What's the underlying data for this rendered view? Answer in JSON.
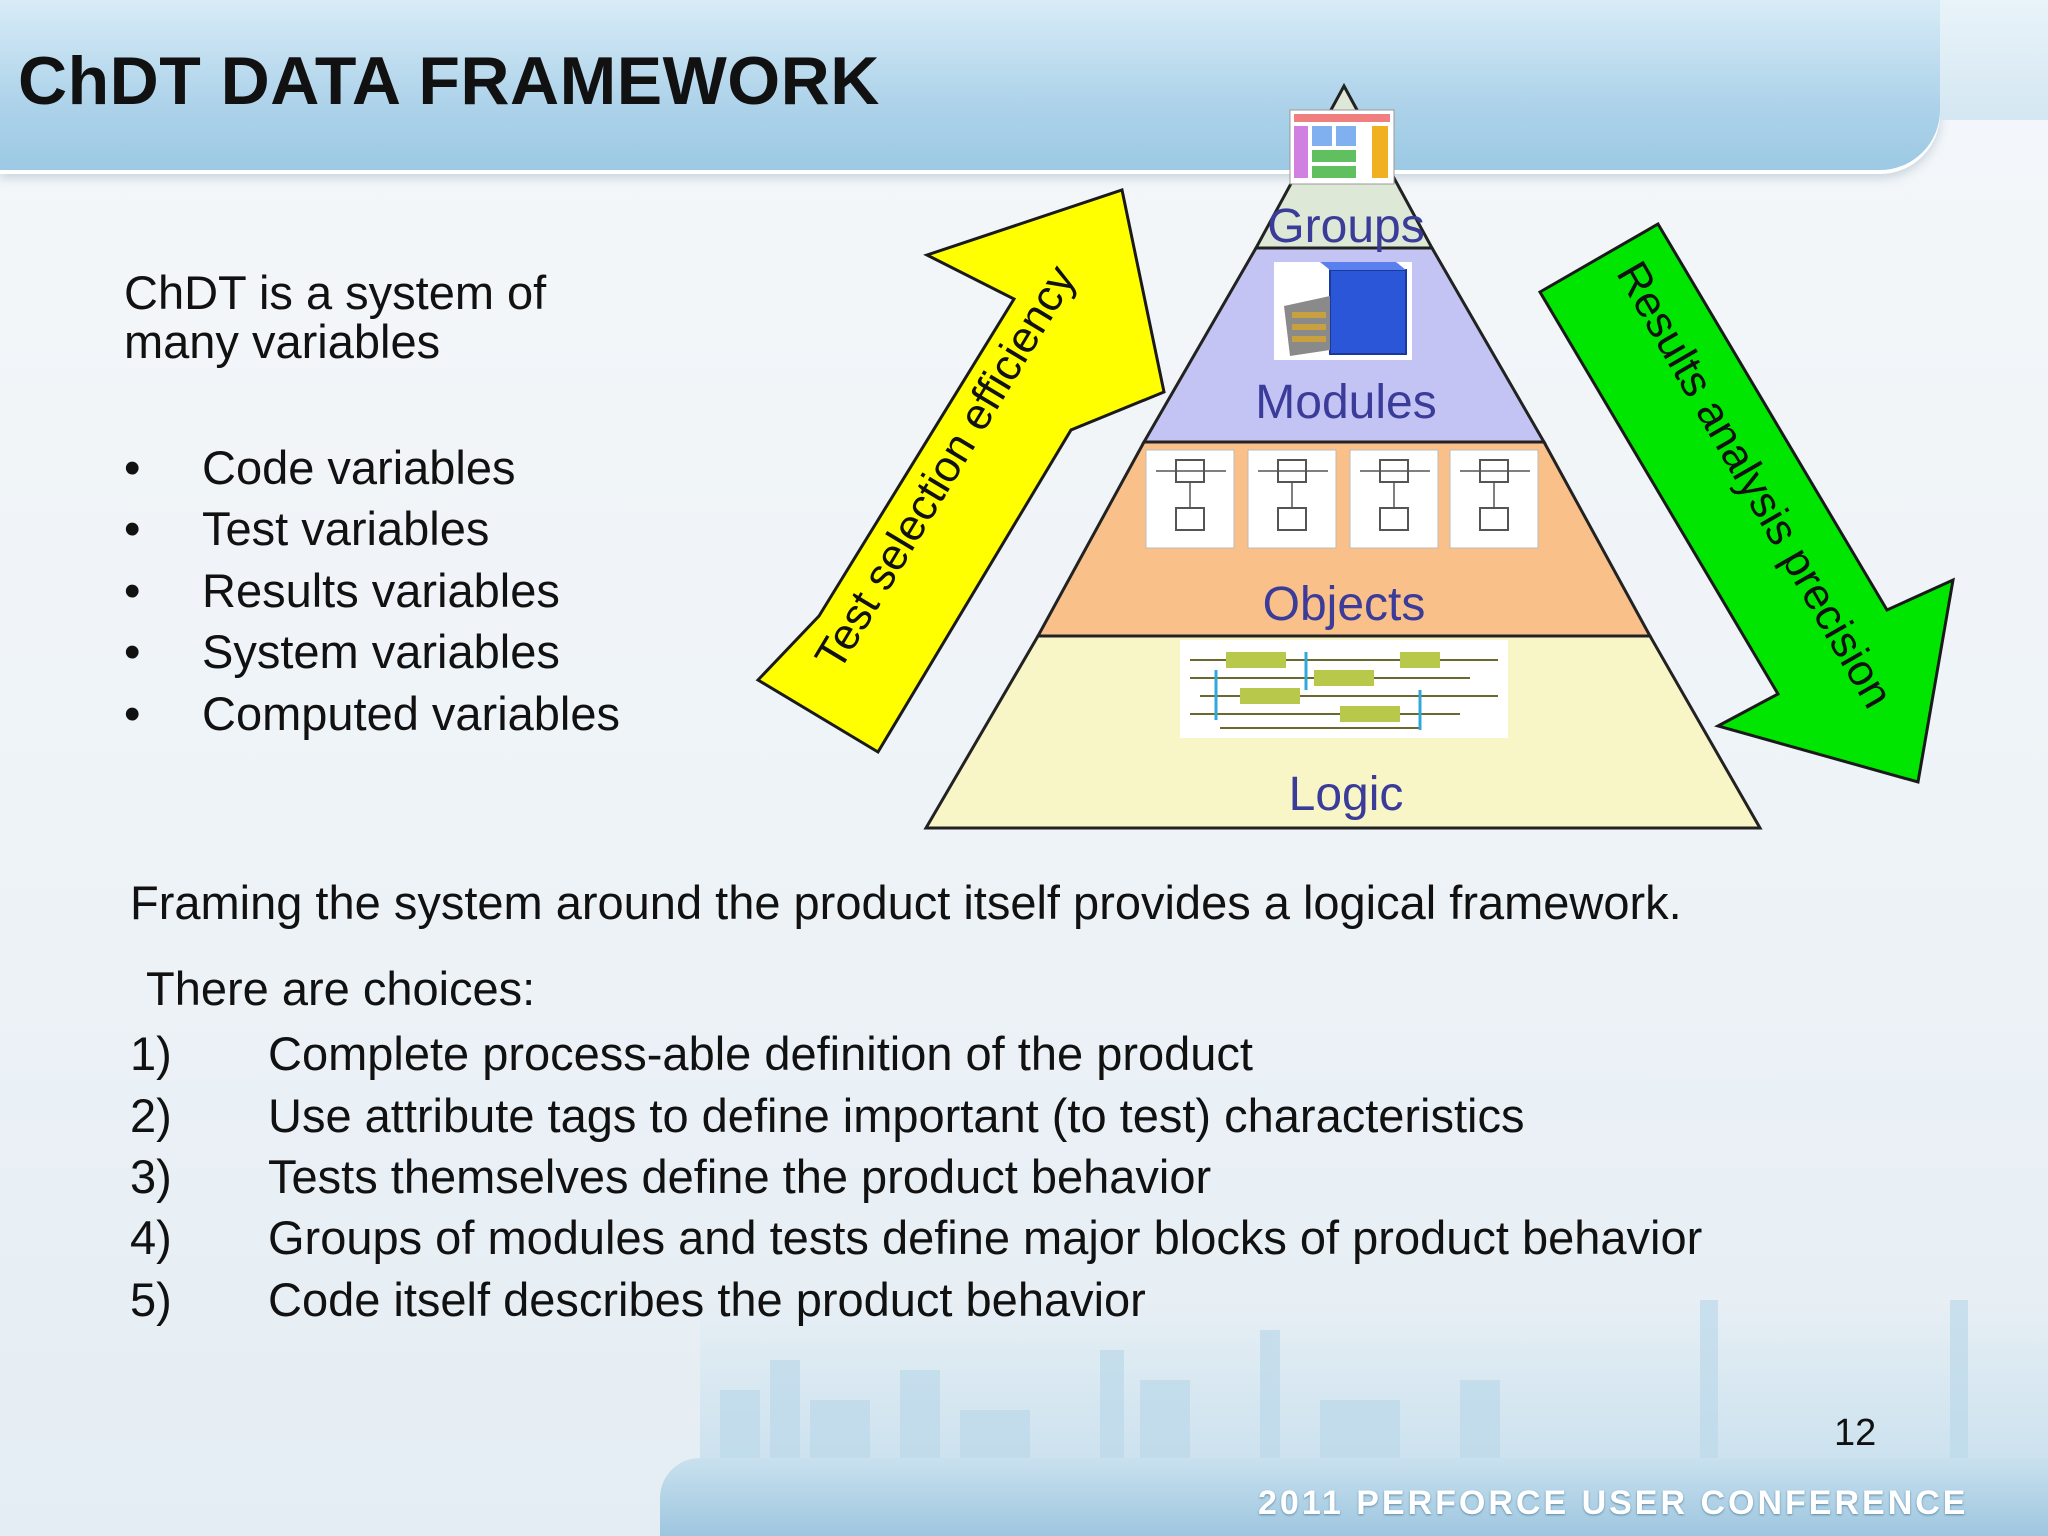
{
  "slide": {
    "title": "ChDT DATA FRAMEWORK",
    "intro_line1": "ChDT is a system of",
    "intro_line2": "many variables",
    "bullets": [
      "Code variables",
      "Test variables",
      "Results variables",
      "System variables",
      "Computed variables"
    ],
    "bullet_glyph": "•",
    "pyramid": {
      "levels": [
        "Groups",
        "Modules",
        "Objects",
        "Logic"
      ],
      "left_arrow": "Test selection efficiency",
      "right_arrow": "Results analysis precision"
    },
    "framing": "Framing the system around the product itself provides a logical framework.",
    "choices_heading": "There are choices:",
    "choices": [
      {
        "num": "1)",
        "text": "Complete process-able definition of the product"
      },
      {
        "num": "2)",
        "text": "Use attribute tags to define important (to test) characteristics"
      },
      {
        "num": "3)",
        "text": "Tests themselves define the product behavior"
      },
      {
        "num": "4)",
        "text": "Groups of modules and tests define major blocks of product behavior"
      },
      {
        "num": "5)",
        "text": "Code itself describes the product behavior"
      }
    ],
    "slide_number": "12",
    "footer": "2011 PERFORCE USER CONFERENCE"
  },
  "colors": {
    "groups": "#dde9d6",
    "modules": "#c4c4f4",
    "objects": "#f9c08a",
    "logic": "#f8f6c6",
    "left_arrow": "#ffff00",
    "right_arrow": "#00e600",
    "level_text": "#3b3b9a"
  }
}
